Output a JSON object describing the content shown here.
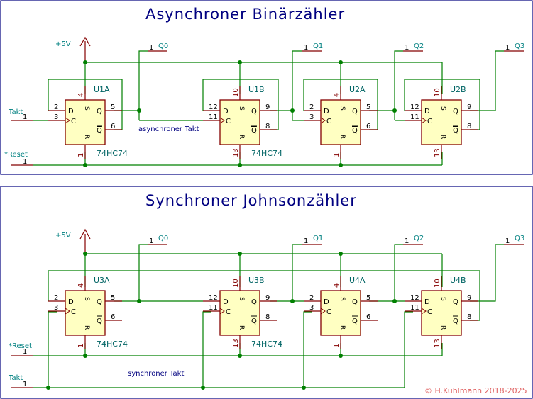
{
  "colors": {
    "frame": "#000080",
    "wire": "#008000",
    "pin": "#840000",
    "body": "#ffffc2",
    "label": "#008080",
    "copyright": "#e06060"
  },
  "top": {
    "title": "Asynchroner Binärzähler",
    "power": "+5V",
    "in_takt": "Takt",
    "in_reset": "*Reset",
    "pin1": "1",
    "q0": "Q0",
    "q1": "Q1",
    "q2": "Q2",
    "q3": "Q3",
    "net_label": "asynchroner Takt",
    "parts": [
      {
        "ref": "U1A",
        "value": "74HC74",
        "p": [
          "2",
          "3",
          "4",
          "5",
          "6",
          "1"
        ]
      },
      {
        "ref": "U1B",
        "value": "74HC74",
        "p": [
          "12",
          "11",
          "10",
          "9",
          "8",
          "13"
        ]
      },
      {
        "ref": "U2A",
        "value": "",
        "p": [
          "2",
          "3",
          "4",
          "5",
          "6",
          "1"
        ]
      },
      {
        "ref": "U2B",
        "value": "",
        "p": [
          "12",
          "11",
          "10",
          "9",
          "8",
          "13"
        ]
      }
    ]
  },
  "bottom": {
    "title": "Synchroner Johnsonzähler",
    "power": "+5V",
    "in_takt": "Takt",
    "in_reset": "*Reset",
    "pin1": "1",
    "q0": "Q0",
    "q1": "Q1",
    "q2": "Q2",
    "q3": "Q3",
    "net_label": "synchroner Takt",
    "parts": [
      {
        "ref": "U3A",
        "value": "74HC74",
        "p": [
          "2",
          "3",
          "4",
          "5",
          "6",
          "1"
        ]
      },
      {
        "ref": "U3B",
        "value": "74HC74",
        "p": [
          "12",
          "11",
          "10",
          "9",
          "8",
          "13"
        ]
      },
      {
        "ref": "U4A",
        "value": "",
        "p": [
          "2",
          "3",
          "4",
          "5",
          "6",
          "1"
        ]
      },
      {
        "ref": "U4B",
        "value": "",
        "p": [
          "12",
          "11",
          "10",
          "9",
          "8",
          "13"
        ]
      }
    ]
  },
  "ff_pins": {
    "d": "D",
    "c": "C",
    "s": "S",
    "r": "R",
    "q": "Q",
    "qn": "Q"
  },
  "copyright": "© H.Kuhlmann 2018-2025"
}
